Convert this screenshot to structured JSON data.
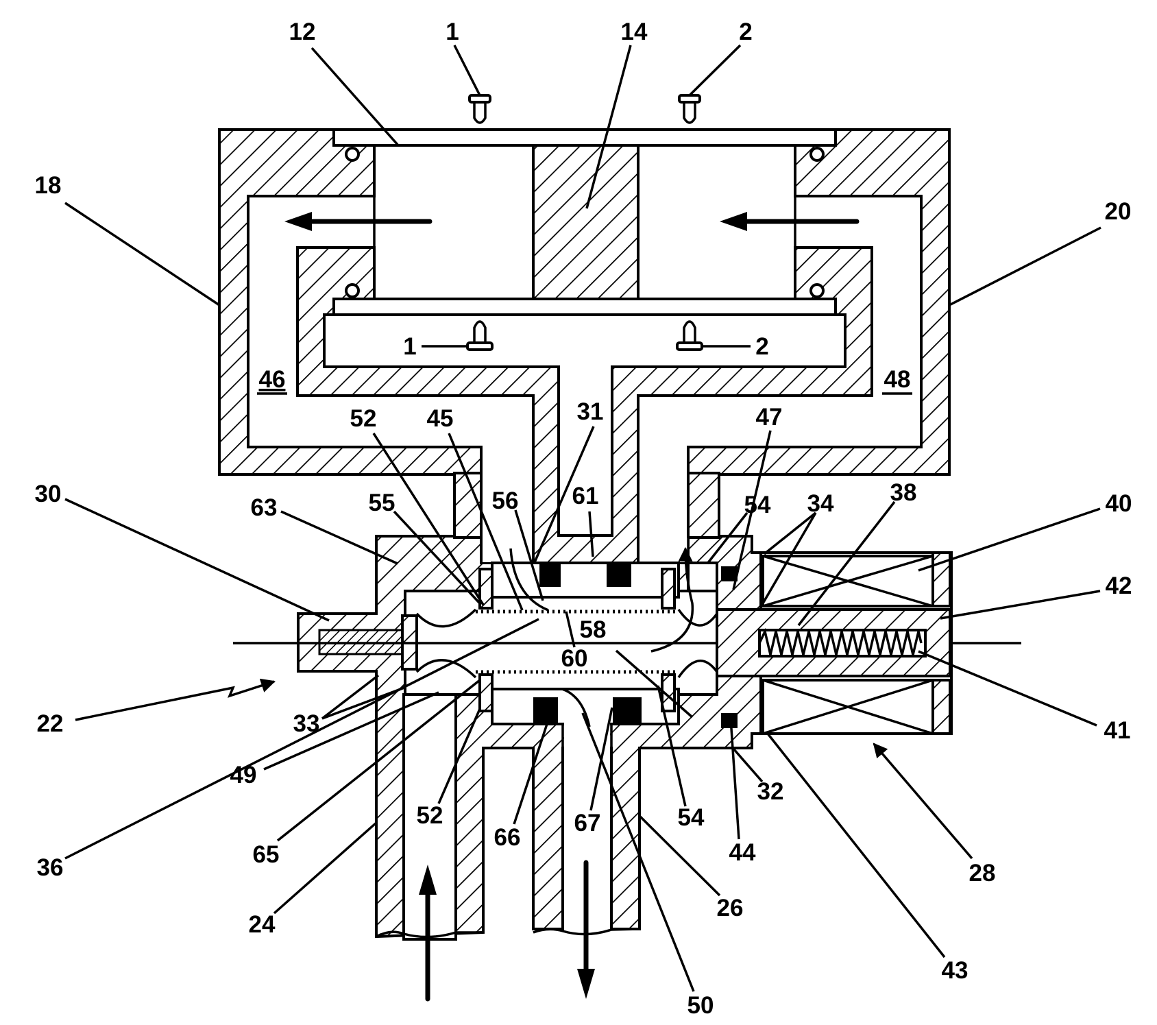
{
  "figure": {
    "type": "patent cross-section drawing",
    "labels": [
      "12",
      "1",
      "14",
      "2",
      "18",
      "20",
      "46",
      "48",
      "1",
      "2",
      "52",
      "45",
      "31",
      "47",
      "30",
      "63",
      "55",
      "56",
      "61",
      "54",
      "34",
      "38",
      "40",
      "42",
      "58",
      "60",
      "22",
      "33",
      "49",
      "36",
      "65",
      "52",
      "66",
      "67",
      "50",
      "54",
      "44",
      "32",
      "26",
      "24",
      "28",
      "43",
      "41"
    ]
  },
  "colors": {
    "ink": "#000000",
    "paper": "#ffffff"
  }
}
